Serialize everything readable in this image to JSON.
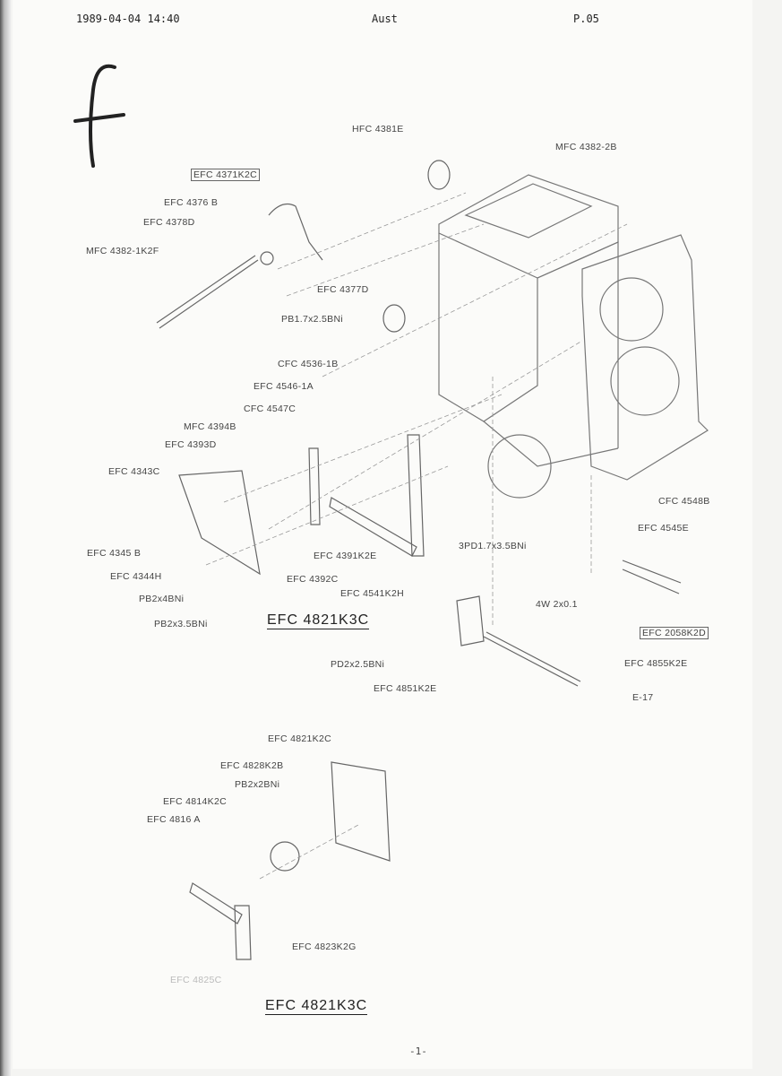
{
  "header": {
    "date_time": "1989-04-04  14:40",
    "sender": "Aust",
    "page": "P.05",
    "handwritten_mark": "f"
  },
  "footer": {
    "page_number": "-1-"
  },
  "labels": {
    "l01": "HFC 4381E",
    "l02": "MFC 4382-2B",
    "l03": "EFC 4371K2C",
    "l04": "EFC 4376 B",
    "l05": "EFC 4378D",
    "l06": "MFC 4382-1K2F",
    "l07": "EFC 4377D",
    "l08": "PB1.7x2.5BNi",
    "l09": "CFC 4536-1B",
    "l10": "EFC 4546-1A",
    "l11": "CFC 4547C",
    "l12": "MFC 4394B",
    "l13": "EFC 4393D",
    "l14": "EFC 4343C",
    "l15": "EFC 4345 B",
    "l16": "EFC 4344H",
    "l17": "PB2x4BNi",
    "l18": "PB2x3.5BNi",
    "l19": "EFC 4391K2E",
    "l20": "EFC 4392C",
    "l21": "EFC 4541K2H",
    "l22": "3PD1.7x3.5BNi",
    "l23": "CFC 4548B",
    "l24": "EFC 4545E",
    "l25": "4W 2x0.1",
    "l26": "EFC 2058K2D",
    "l27": "PD2x2.5BNi",
    "l28": "EFC 4855K2E",
    "l29": "EFC 4851K2E",
    "l30": "E-17",
    "l31": "EFC 4821K2C",
    "l32": "EFC 4828K2B",
    "l33": "PB2x2BNi",
    "l34": "EFC 4814K2C",
    "l35": "EFC 4816 A",
    "l36": "EFC 4823K2G",
    "l37": "EFC 4825C"
  },
  "assembly_titles": {
    "upper": "EFC 4821K3C",
    "lower": "EFC 4821K3C"
  }
}
